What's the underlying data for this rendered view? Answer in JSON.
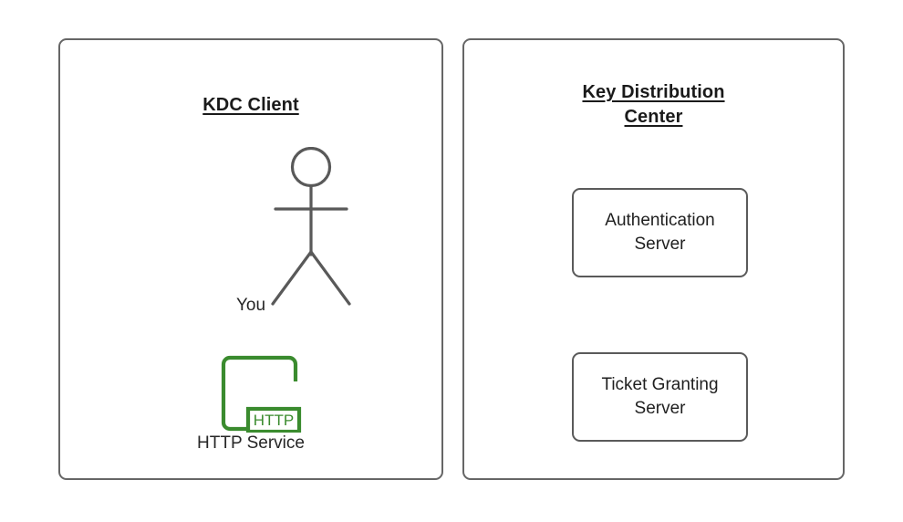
{
  "diagram": {
    "type": "kerberos-kdc-overview",
    "background_color": "#ffffff",
    "panel_border_color": "#666666",
    "actor_stroke_color": "#595959",
    "http_accent_color": "#3a8b2e",
    "text_color": "#1a1a1a"
  },
  "panels": [
    {
      "id": "kdc-client",
      "title": "KDC Client",
      "nodes": [
        {
          "id": "you",
          "label": "You",
          "icon": "actor-stick-figure"
        },
        {
          "id": "http-service",
          "label": "HTTP Service",
          "icon": "http-service-icon",
          "badge": "HTTP"
        }
      ]
    },
    {
      "id": "key-distribution-center",
      "title_line1": "Key Distribution",
      "title_line2": "Center",
      "nodes": [
        {
          "id": "authentication-server",
          "label": "Authentication\nServer"
        },
        {
          "id": "ticket-granting-server",
          "label": "Ticket Granting\nServer"
        }
      ]
    }
  ]
}
